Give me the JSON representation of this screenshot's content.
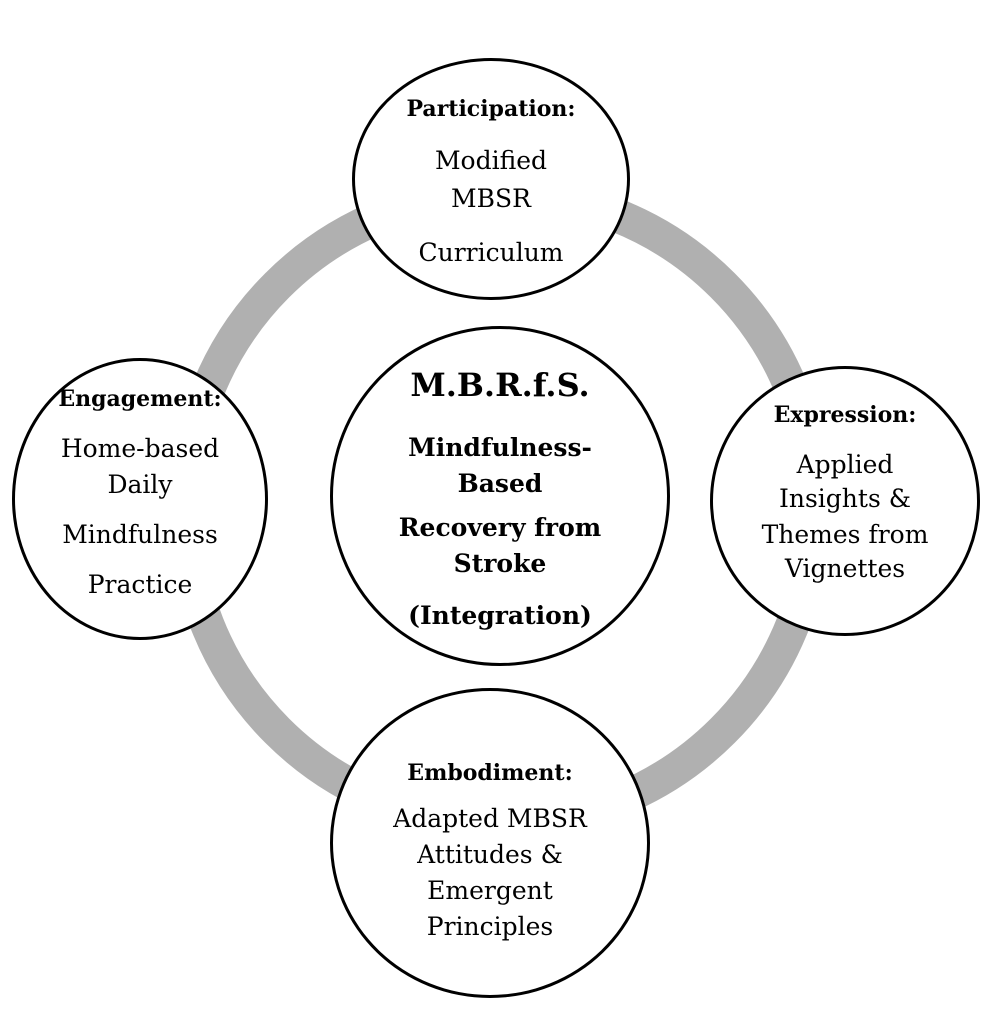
{
  "colors": {
    "ring": "#b0b0b0",
    "circle_border": "#000000",
    "circle_fill": "#ffffff",
    "text": "#000000"
  },
  "center": {
    "title": "M.B.R.f.S.",
    "lines": [
      "Mindfulness-",
      "Based",
      "Recovery from",
      "Stroke",
      "(Integration)"
    ]
  },
  "nodes": {
    "participation": {
      "heading": "Participation:",
      "lines": [
        "Modified",
        "MBSR",
        "Curriculum"
      ]
    },
    "engagement": {
      "heading": "Engagement:",
      "lines": [
        "Home-based",
        "Daily",
        "Mindfulness",
        "Practice"
      ]
    },
    "expression": {
      "heading": "Expression:",
      "lines": [
        "Applied",
        "Insights &",
        "Themes from",
        "Vignettes"
      ]
    },
    "embodiment": {
      "heading": "Embodiment:",
      "lines": [
        "Adapted MBSR",
        "Attitudes &",
        "Emergent",
        "Principles"
      ]
    }
  }
}
